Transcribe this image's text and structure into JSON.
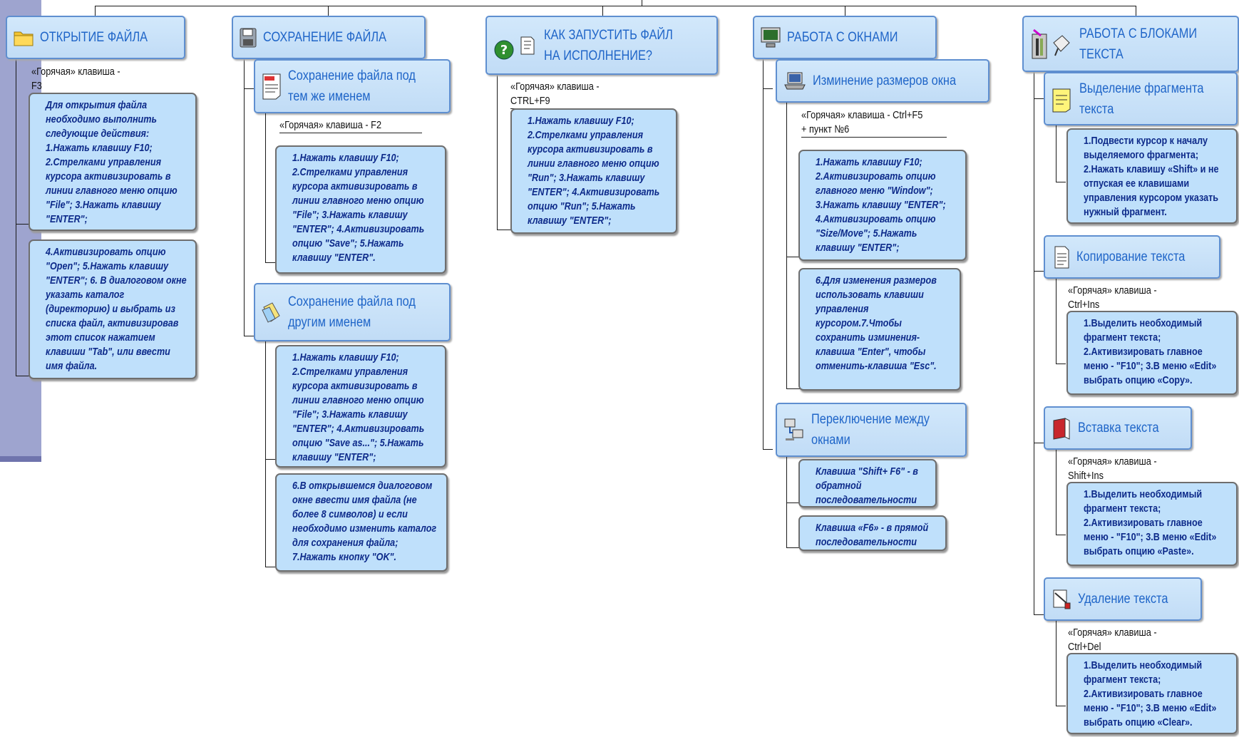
{
  "colors": {
    "header_fill": "#c9e2f8",
    "header_border": "#5f8fd0",
    "header_text": "#1f65c8",
    "note_fill": "#bfe0fb",
    "note_text": "#0d2a8a",
    "left_bar": "#9ea4cf"
  },
  "col1": {
    "title": "ОТКРЫТИЕ ФАЙЛА",
    "icon": "folder-icon",
    "hotkey": "«Горячая» клавиша - F3",
    "note1": "Для открытия файла необходимо выполнить следующие действия:\n1.Нажать клавишу F10;\n2.Стрелками управления курсора активизировать в линии главного меню опцию \"File\"; 3.Нажать клавишу \"ENTER\";",
    "note2": "4.Активизировать опцию \"Open\"; 5.Нажать клавишу \"ENTER\"; 6. В диалоговом окне указать каталог (директорию) и выбрать из списка файл, активизировав этот список нажатием клавиши \"Tab\", или ввести имя файла."
  },
  "col2": {
    "title": "СОХРАНЕНИЕ ФАЙЛА",
    "icon": "floppy-disk-icon",
    "same": {
      "title": "Сохранение файла под тем же именем",
      "icon": "memo-icon",
      "hotkey": "«Горячая» клавиша - F2",
      "note": "1.Нажать клавишу F10;\n2.Стрелками управления курсора активизировать в линии главного меню опцию \"File\"; 3.Нажать клавишу \"ENTER\"; 4.Активизировать опцию \"Save\"; 5.Нажать клавишу \"ENTER\"."
    },
    "other": {
      "title": "Сохранение файла под другим именем",
      "icon": "files-icon",
      "note1": "1.Нажать клавишу F10;\n2.Стрелками управления курсора активизировать в линии главного меню опцию \"File\"; 3.Нажать клавишу \"ENTER\"; 4.Активизировать опцию \"Save as...\"; 5.Нажать клавишу \"ENTER\";",
      "note2": "6.В открывшемся диалоговом окне ввести имя файла (не более 8 символов) и если необходимо изменить каталог для сохранения файла; 7.Нажать кнопку \"OK\"."
    }
  },
  "col3": {
    "title": "КАК ЗАПУСТИТЬ ФАЙЛ НА ИСПОЛНЕНИЕ?",
    "icon": "question-icon",
    "hotkey": "«Горячая» клавиша - CTRL+F9",
    "note": "1.Нажать клавишу F10;\n2.Стрелками управления курсора активизировать в линии главного меню опцию \"Run\"; 3.Нажать клавишу \"ENTER\"; 4.Активизировать опцию \"Run\"; 5.Нажать клавишу \"ENTER\";"
  },
  "col4": {
    "title": "РАБОТА С ОКНАМИ",
    "icon": "monitor-icon",
    "resize": {
      "title": "Изминение размеров окна",
      "icon": "laptop-icon",
      "hotkey": "«Горячая» клавиша - Ctrl+F5 + пункт №6",
      "note1": "1.Нажать клавишу F10;\n2.Активизировать опцию главного меню \"Window\";\n3.Нажать клавишу \"ENTER\";\n4.Активизировать опцию \"Size/Move\"; 5.Нажать клавишу \"ENTER\";",
      "note2": "6.Для изменения размеров использовать клавиши управления курсором.7.Чтобы сохранить изминения-клавиша \"Enter\", чтобы отменить-клавиша \"Esc\"."
    },
    "switch": {
      "title": "Переключение между окнами",
      "icon": "network-icon",
      "note1": "Клавиша \"Shift+ F6\" - в обратной последовательности",
      "note2": "Клавиша «F6» - в прямой последовательности"
    }
  },
  "col5": {
    "title": "РАБОТА С БЛОКАМИ ТЕКСТА",
    "icon": "pen-icon",
    "select": {
      "title": "Выделение фрагмента текста",
      "icon": "note-icon",
      "note": "1.Подвести курсор к началу выделяемого фрагмента;\n2.Нажать клавишу «Shift» и не отпуская ее клавишами управления курсором указать нужный фрагмент."
    },
    "copy": {
      "title": "Копирование текста",
      "icon": "document-icon",
      "hotkey": "«Горячая» клавиша - Ctrl+Ins",
      "note": "1.Выделить необходимый фрагмент текста;\n2.Активизировать главное меню - \"F10\"; 3.В меню «Edit» выбрать опцию «Copy»."
    },
    "paste": {
      "title": "Вставка текста",
      "icon": "book-icon",
      "hotkey": "«Горячая» клавиша - Shift+Ins",
      "note": "1.Выделить необходимый фрагмент текста;\n2.Активизировать главное меню - \"F10\"; 3.В меню «Edit» выбрать опцию «Paste»."
    },
    "delete": {
      "title": "Удаление текста",
      "icon": "eraser-icon",
      "hotkey": "«Горячая» клавиша - Ctrl+Del",
      "note": "1.Выделить необходимый фрагмент текста;\n2.Активизировать главное меню - \"F10\"; 3.В меню «Edit» выбрать опцию «Clear»."
    }
  }
}
